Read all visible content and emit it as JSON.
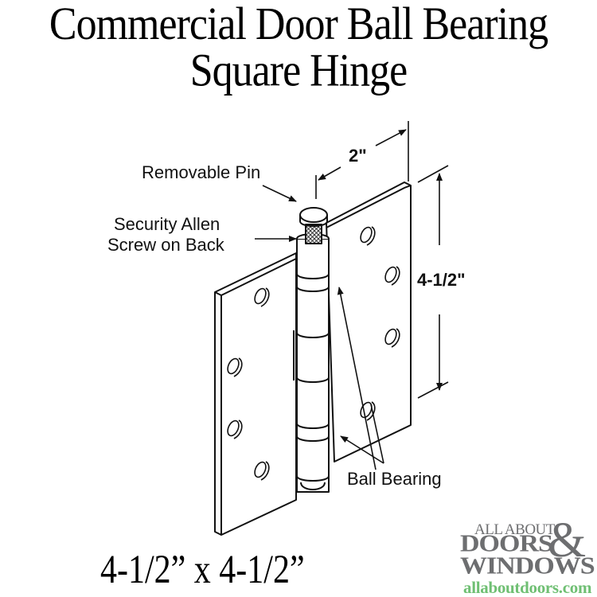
{
  "title": {
    "line1": "Commercial Door Ball Bearing",
    "line2": "Square Hinge"
  },
  "diagram": {
    "subject": "ball-bearing-square-hinge",
    "callouts": {
      "removable_pin": "Removable Pin",
      "security_screw_line1": "Security Allen",
      "security_screw_line2": "Screw on Back",
      "ball_bearing": "Ball Bearing"
    },
    "dimensions": {
      "width": "2\"",
      "height": "4-1/2\""
    },
    "line_color": "#111111"
  },
  "size": {
    "label": "4-1/2” x 4-1/2”"
  },
  "logo": {
    "line1": "ALL ABOUT",
    "line2": "DOORS",
    "ampersand": "&",
    "line3": "WINDOWS",
    "url": "allaboutdoors.com",
    "gray_color": "#6d6e70",
    "green_color": "#6fbf73"
  }
}
